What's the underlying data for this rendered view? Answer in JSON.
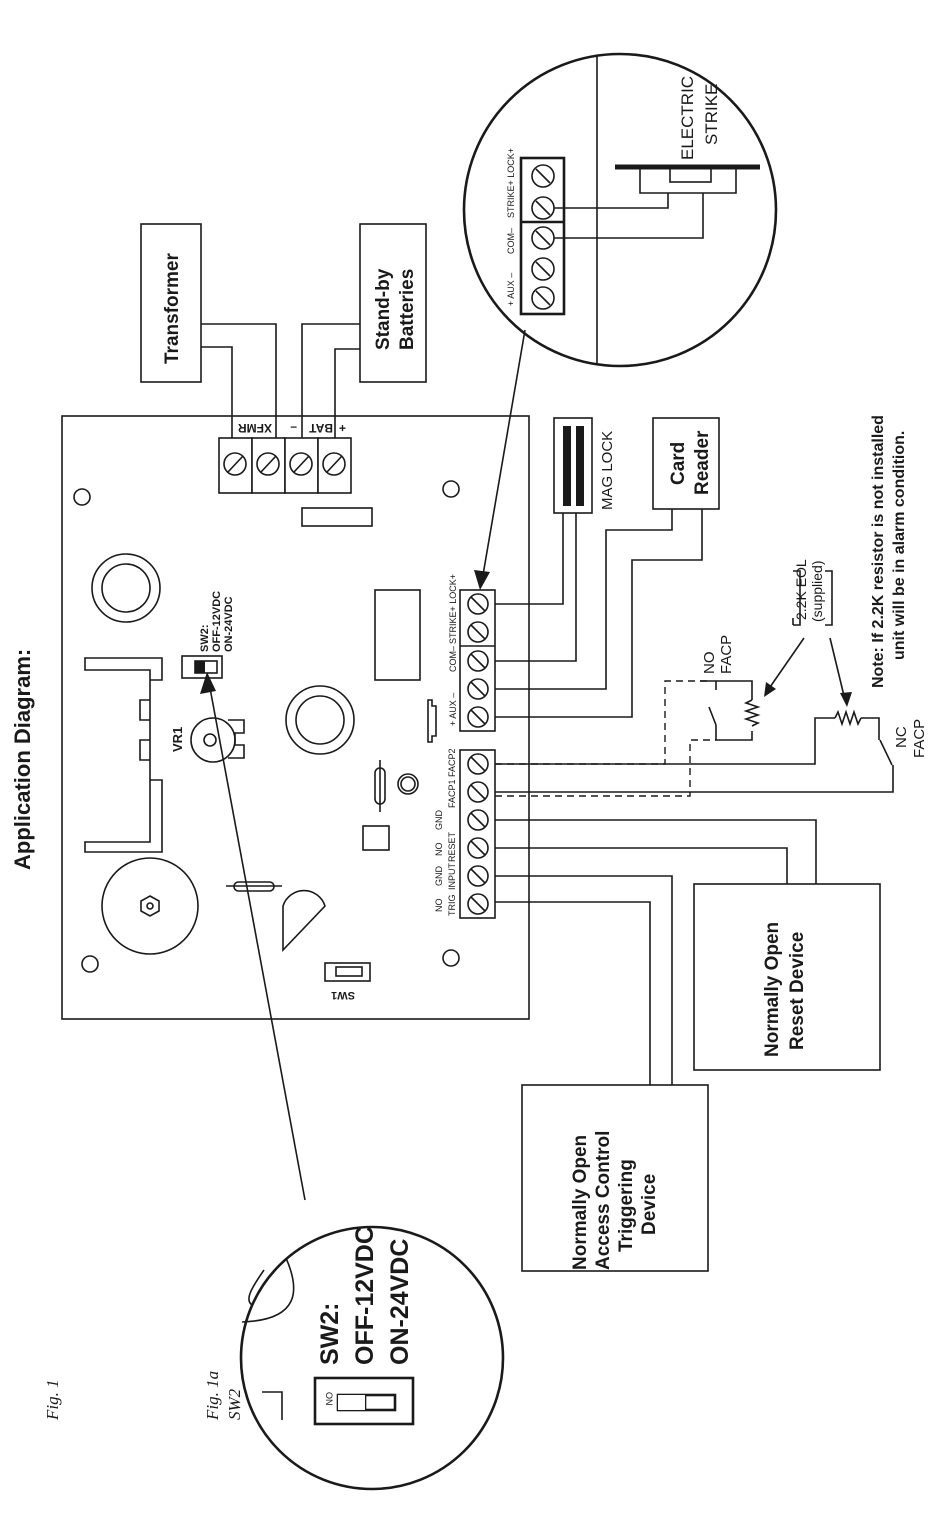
{
  "title": "Application Diagram:",
  "figures": {
    "fig1": "Fig. 1",
    "fig1a_line1": "Fig. 1a",
    "fig1a_line2": "SW2"
  },
  "devices": {
    "transformer": "Transformer",
    "batteries_line1": "Stand-by",
    "batteries_line2": "Batteries",
    "mag_lock": "MAG LOCK",
    "card_reader_line1": "Card",
    "card_reader_line2": "Reader",
    "electric_strike_line1": "ELECTRIC",
    "electric_strike_line2": "STRIKE",
    "reset_device_line1": "Normally Open",
    "reset_device_line2": "Reset Device",
    "trigger_device_line1": "Normally Open",
    "trigger_device_line2": "Access Control",
    "trigger_device_line3": "Triggering",
    "trigger_device_line4": "Device",
    "no_facp_line1": "NO",
    "no_facp_line2": "FACP",
    "nc_facp_line1": "NC",
    "nc_facp_line2": "FACP"
  },
  "board": {
    "power_terminal": "XFMR",
    "bat_label": "BAT",
    "bat_minus": "–",
    "bat_plus": "+",
    "vr1": "VR1",
    "sw1": "SW1",
    "sw2_title": "SW2:",
    "sw2_off": "OFF-12VDC",
    "sw2_on": "ON-24VDC",
    "switch_on_mark": "ON",
    "output_terminals": [
      "+ AUX –",
      "COM–",
      "STRIKE+ LOCK+"
    ],
    "input_terminals": [
      {
        "top": "NO",
        "bottom": "TRIG"
      },
      {
        "top": "GND",
        "bottom": "INPUT"
      },
      {
        "top": "NO",
        "bottom": "RESET"
      },
      {
        "top": "GND",
        "bottom": ""
      },
      {
        "top": "",
        "bottom": "FACP1 FACP2"
      }
    ]
  },
  "resistor": {
    "line1": "2.2K EOL",
    "line2": "(supplied)"
  },
  "note": {
    "line1": "Note: If 2.2K resistor is not installed",
    "line2": "unit will be in alarm condition."
  },
  "detail_strike": {
    "labels": [
      "+ AUX –",
      "COM–",
      "STRIKE+ LOCK+"
    ]
  },
  "detail_sw2": {
    "title": "SW2:",
    "off": "OFF-12VDC",
    "on": "ON-24VDC",
    "on_mark": "ON"
  }
}
